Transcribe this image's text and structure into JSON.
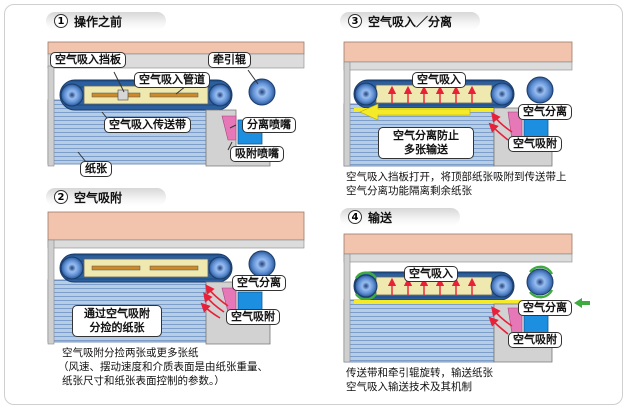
{
  "steps": [
    {
      "number": "1",
      "title": "操作之前",
      "labels": {
        "damper": "空气吸入挡板",
        "duct": "空气吸入管道",
        "pull_roller": "牵引辊",
        "belt": "空气吸入传送带",
        "separation_nozzle": "分离喷嘴",
        "suction_nozzle": "吸附喷嘴",
        "paper": "纸张"
      }
    },
    {
      "number": "2",
      "title": "空气吸附",
      "labels": {
        "air_separation": "空气分离",
        "air_suction": "空气吸附",
        "box_line1": "通过空气吸附",
        "box_line2": "分捡的纸张"
      },
      "caption": {
        "line1": "空气吸附分捡两张或更多张纸",
        "line2": "（风速、摆动速度和介质表面是由纸张重量、",
        "line3": "纸张尺寸和纸张表面控制的参数。）"
      }
    },
    {
      "number": "3",
      "title": "空气吸入／分离",
      "labels": {
        "air_intake": "空气吸入",
        "air_separation": "空气分离",
        "box_line1": "空气分离防止",
        "box_line2": "多张输送",
        "air_suction": "空气吸附"
      },
      "caption": {
        "line1": "空气吸入挡板打开，将顶部纸张吸附到传送带上",
        "line2": "空气分离功能隔离剩余纸张"
      }
    },
    {
      "number": "4",
      "title": "输送",
      "labels": {
        "air_intake": "空气吸入",
        "air_separation": "空气分离",
        "air_suction": "空气吸附"
      },
      "caption": {
        "line1": "传送带和牵引辊旋转，输送纸张",
        "line2": "空气吸入输送技术及其机制"
      }
    }
  ],
  "colors": {
    "housing": "#f2c4ad",
    "paper": "#aac4e0",
    "belt": "#2f6fb5",
    "roller": "#7aa7e0",
    "red_arrow": "#e8203a",
    "yellow_arrow": "#f4ea2a",
    "green_arrow": "#3faa3f",
    "nozzle_pink": "#e778b8",
    "nozzle_blue": "#1d8fe0",
    "header": "#d8d8d8"
  }
}
